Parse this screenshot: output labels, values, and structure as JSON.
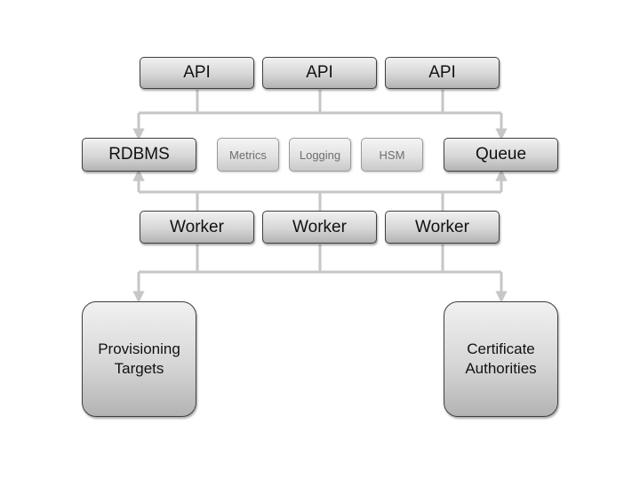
{
  "api_nodes": [
    {
      "label": "API"
    },
    {
      "label": "API"
    },
    {
      "label": "API"
    }
  ],
  "services": {
    "rdbms": "RDBMS",
    "metrics": "Metrics",
    "logging": "Logging",
    "hsm": "HSM",
    "queue": "Queue"
  },
  "worker_nodes": [
    {
      "label": "Worker"
    },
    {
      "label": "Worker"
    },
    {
      "label": "Worker"
    }
  ],
  "targets": {
    "provisioning": {
      "line1": "Provisioning",
      "line2": "Targets"
    },
    "certificate": {
      "line1": "Certificate",
      "line2": "Authorities"
    }
  },
  "colors": {
    "connector": "#c6c6c6",
    "border": "#3f3f3f",
    "text": "#111111",
    "muted_text": "#6e6e6e"
  }
}
